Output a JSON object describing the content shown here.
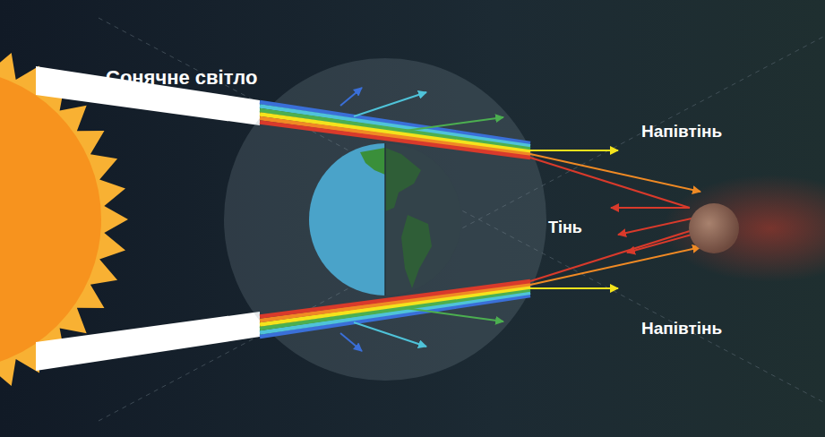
{
  "diagram": {
    "labels": [
      "Сонячне світло",
      "Напівтінь",
      "Тінь",
      "Напівтінь"
    ]
  }
}
